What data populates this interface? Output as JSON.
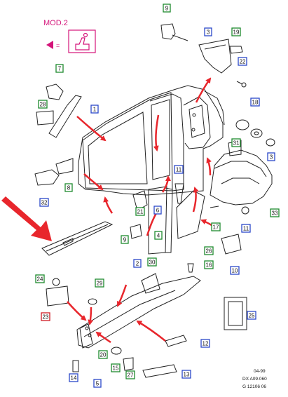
{
  "mod_box": {
    "title": "MOD.2",
    "legend_symbol": "pink-triangle",
    "legend_operator": "=",
    "legend_icon": "seat-icon"
  },
  "accent_colors": {
    "callout_green": "#1e8a2e",
    "callout_blue": "#2b48c8",
    "callout_red": "#d01a24",
    "arrow_red": "#e8262c",
    "mod_pink": "#d4147a"
  },
  "callouts": [
    {
      "id": "c9",
      "text": "9",
      "color": "green"
    },
    {
      "id": "c3a",
      "text": "3",
      "color": "blue"
    },
    {
      "id": "c19",
      "text": "19",
      "color": "green"
    },
    {
      "id": "c22",
      "text": "22",
      "color": "blue"
    },
    {
      "id": "c7",
      "text": "7",
      "color": "green"
    },
    {
      "id": "c1",
      "text": "1",
      "color": "blue"
    },
    {
      "id": "c28",
      "text": "28",
      "color": "green"
    },
    {
      "id": "c18",
      "text": "18",
      "color": "blue"
    },
    {
      "id": "c31",
      "text": "31",
      "color": "green"
    },
    {
      "id": "c3b",
      "text": "3",
      "color": "blue"
    },
    {
      "id": "c11a",
      "text": "11",
      "color": "blue"
    },
    {
      "id": "c8",
      "text": "8",
      "color": "green"
    },
    {
      "id": "c32",
      "text": "32",
      "color": "blue"
    },
    {
      "id": "c33",
      "text": "33",
      "color": "green"
    },
    {
      "id": "c21",
      "text": "21",
      "color": "green"
    },
    {
      "id": "c6",
      "text": "6",
      "color": "blue"
    },
    {
      "id": "c4",
      "text": "4",
      "color": "green"
    },
    {
      "id": "c17",
      "text": "17",
      "color": "green"
    },
    {
      "id": "c11b",
      "text": "11",
      "color": "blue"
    },
    {
      "id": "c9b",
      "text": "9",
      "color": "green"
    },
    {
      "id": "c26",
      "text": "26",
      "color": "green"
    },
    {
      "id": "c2",
      "text": "2",
      "color": "blue"
    },
    {
      "id": "c30",
      "text": "30",
      "color": "green"
    },
    {
      "id": "c16",
      "text": "16",
      "color": "green"
    },
    {
      "id": "c10",
      "text": "10",
      "color": "blue"
    },
    {
      "id": "c24",
      "text": "24",
      "color": "green"
    },
    {
      "id": "c29",
      "text": "29",
      "color": "green"
    },
    {
      "id": "c23",
      "text": "23",
      "color": "red"
    },
    {
      "id": "c25",
      "text": "25",
      "color": "blue"
    },
    {
      "id": "c12",
      "text": "12",
      "color": "blue"
    },
    {
      "id": "c14",
      "text": "14",
      "color": "blue"
    },
    {
      "id": "c20",
      "text": "20",
      "color": "green"
    },
    {
      "id": "c15",
      "text": "15",
      "color": "green"
    },
    {
      "id": "c27",
      "text": "27",
      "color": "green"
    },
    {
      "id": "c13",
      "text": "13",
      "color": "blue"
    },
    {
      "id": "c5",
      "text": "5",
      "color": "blue"
    }
  ],
  "footer": {
    "line1": "04-99",
    "line2": "DX A09.060",
    "line3": "G 12106 06"
  }
}
